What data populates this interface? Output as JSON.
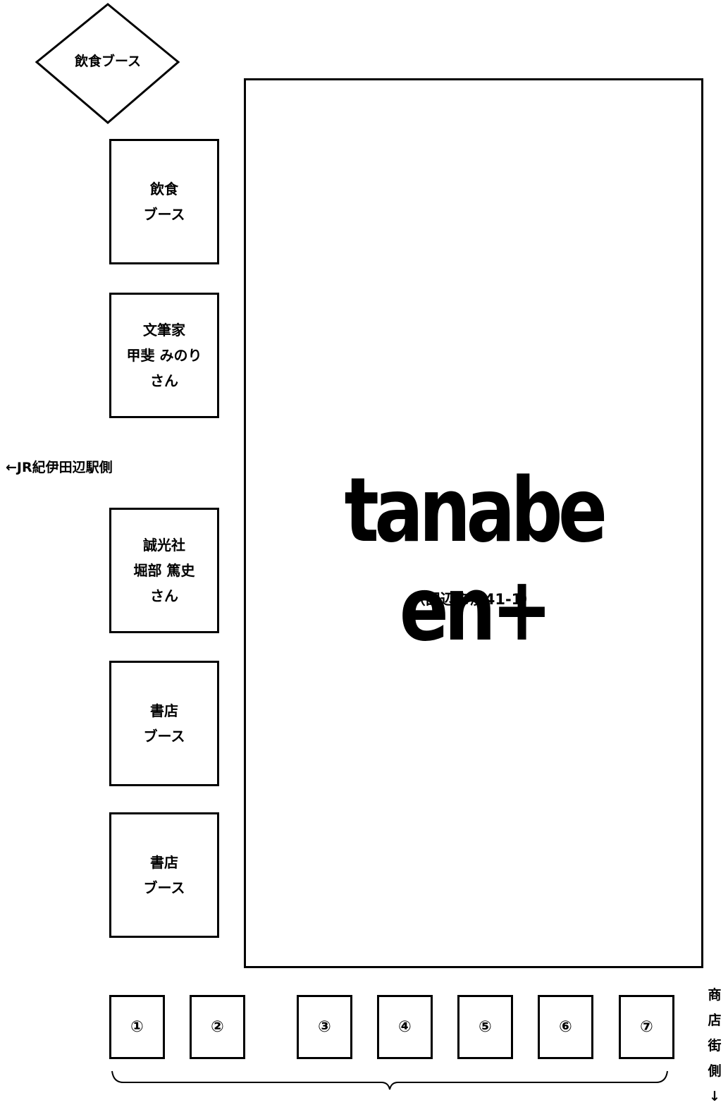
{
  "food_booth_diamond": "飲食ブース",
  "left_booths": [
    {
      "lines": [
        "飲食",
        "ブース"
      ]
    },
    {
      "lines": [
        "文筆家",
        "甲斐 みのり",
        "さん"
      ]
    },
    {
      "lines": [
        "誠光社",
        "堀部 篤史",
        "さん"
      ]
    },
    {
      "lines": [
        "書店",
        "ブース"
      ]
    },
    {
      "lines": [
        "書店",
        "ブース"
      ]
    }
  ],
  "station_label": "←JR紀伊田辺駅側",
  "venue": {
    "name": "tanabe en+",
    "address": "（田辺市湊41-1）"
  },
  "bottom_booths": [
    "①",
    "②",
    "③",
    "④",
    "⑤",
    "⑥",
    "⑦"
  ],
  "street_label": [
    "商",
    "店",
    "街",
    "側",
    "↓"
  ]
}
